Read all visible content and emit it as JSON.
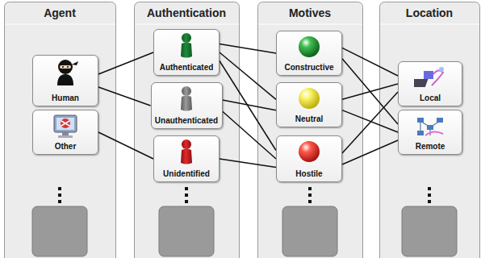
{
  "diagram": {
    "nodes": [
      {
        "text": [
          "Agent"
        ]
      },
      {
        "text": [
          "Human"
        ],
        "in": 0
      },
      {
        "text": [
          "Other"
        ],
        "in": 0
      },
      {
        "text": [
          "Authentication"
        ]
      },
      {
        "text": [
          "Authenticated"
        ],
        "in": 3
      },
      {
        "text": [
          "Unauthenticated"
        ],
        "in": 3
      },
      {
        "text": [
          "Unidentified"
        ],
        "in": 3
      },
      {
        "text": [
          "Motives"
        ]
      },
      {
        "text": [
          "Constructive"
        ],
        "in": 7
      },
      {
        "text": [
          "Neutral"
        ],
        "in": 7
      },
      {
        "text": [
          "Hostile"
        ],
        "in": 7
      },
      {
        "text": [
          "Location"
        ]
      },
      {
        "text": [
          "Local"
        ],
        "in": 11
      },
      {
        "text": [
          "Remote"
        ],
        "in": 11
      }
    ],
    "edges": [
      {
        "from": 1,
        "to": 4,
        "arrow": "none"
      },
      {
        "from": 1,
        "to": 5,
        "arrow": "none"
      },
      {
        "from": 2,
        "to": 6,
        "arrow": "none"
      },
      {
        "from": 4,
        "to": 8,
        "arrow": "none"
      },
      {
        "from": 4,
        "to": 9,
        "arrow": "none"
      },
      {
        "from": 4,
        "to": 10,
        "arrow": "none"
      },
      {
        "from": 5,
        "to": 9,
        "arrow": "none"
      },
      {
        "from": 5,
        "to": 10,
        "arrow": "none"
      },
      {
        "from": 6,
        "to": 10,
        "arrow": "none"
      },
      {
        "from": 8,
        "to": 12,
        "arrow": "none"
      },
      {
        "from": 8,
        "to": 13,
        "arrow": "none"
      },
      {
        "from": 9,
        "to": 12,
        "arrow": "none"
      },
      {
        "from": 9,
        "to": 13,
        "arrow": "none"
      },
      {
        "from": 10,
        "to": 12,
        "arrow": "none"
      },
      {
        "from": 10,
        "to": 13,
        "arrow": "none"
      }
    ]
  }
}
